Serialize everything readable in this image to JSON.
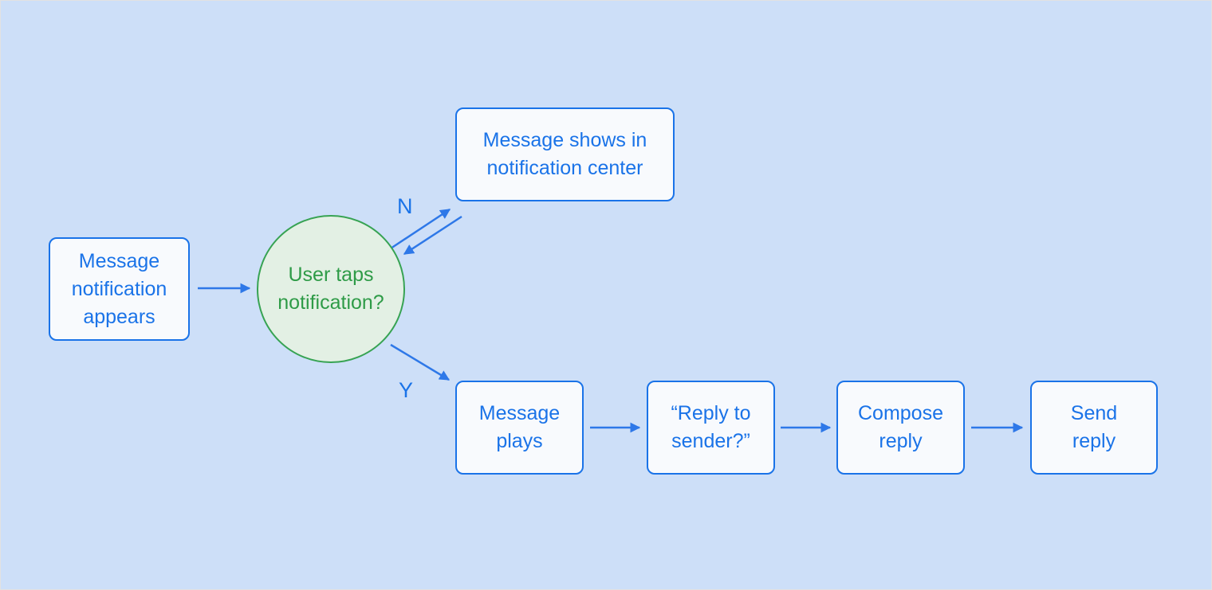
{
  "theme": {
    "canvas-bg": "#cddff8",
    "node-fill": "#f8fafd",
    "blue": "#1a73e8",
    "arrow-blue": "#2e78e8",
    "green-stroke": "#37a353",
    "green-fill": "#e3f0e4",
    "green-text": "#2e9b47",
    "frame-border": "#e2e2e2"
  },
  "diagram": {
    "nodes": {
      "start": {
        "label": "Message notification appears",
        "lines": [
          "Message",
          "notification",
          "appears"
        ],
        "shape": "rect"
      },
      "decision": {
        "label": "User taps notification?",
        "lines": [
          "User taps",
          "notification?"
        ],
        "shape": "circle"
      },
      "notification_center": {
        "label": "Message shows in notification center",
        "lines": [
          "Message shows in",
          "notification center"
        ],
        "shape": "rect"
      },
      "message_plays": {
        "label": "Message plays",
        "lines": [
          "Message",
          "plays"
        ],
        "shape": "rect"
      },
      "reply_to_sender": {
        "label": "“Reply to sender?”",
        "lines": [
          "“Reply to",
          "sender?”"
        ],
        "shape": "rect"
      },
      "compose_reply": {
        "label": "Compose reply",
        "lines": [
          "Compose",
          "reply"
        ],
        "shape": "rect"
      },
      "send_reply": {
        "label": "Send reply",
        "lines": [
          "Send",
          "reply"
        ],
        "shape": "rect"
      }
    },
    "edges": {
      "no_label": "N",
      "yes_label": "Y"
    }
  }
}
